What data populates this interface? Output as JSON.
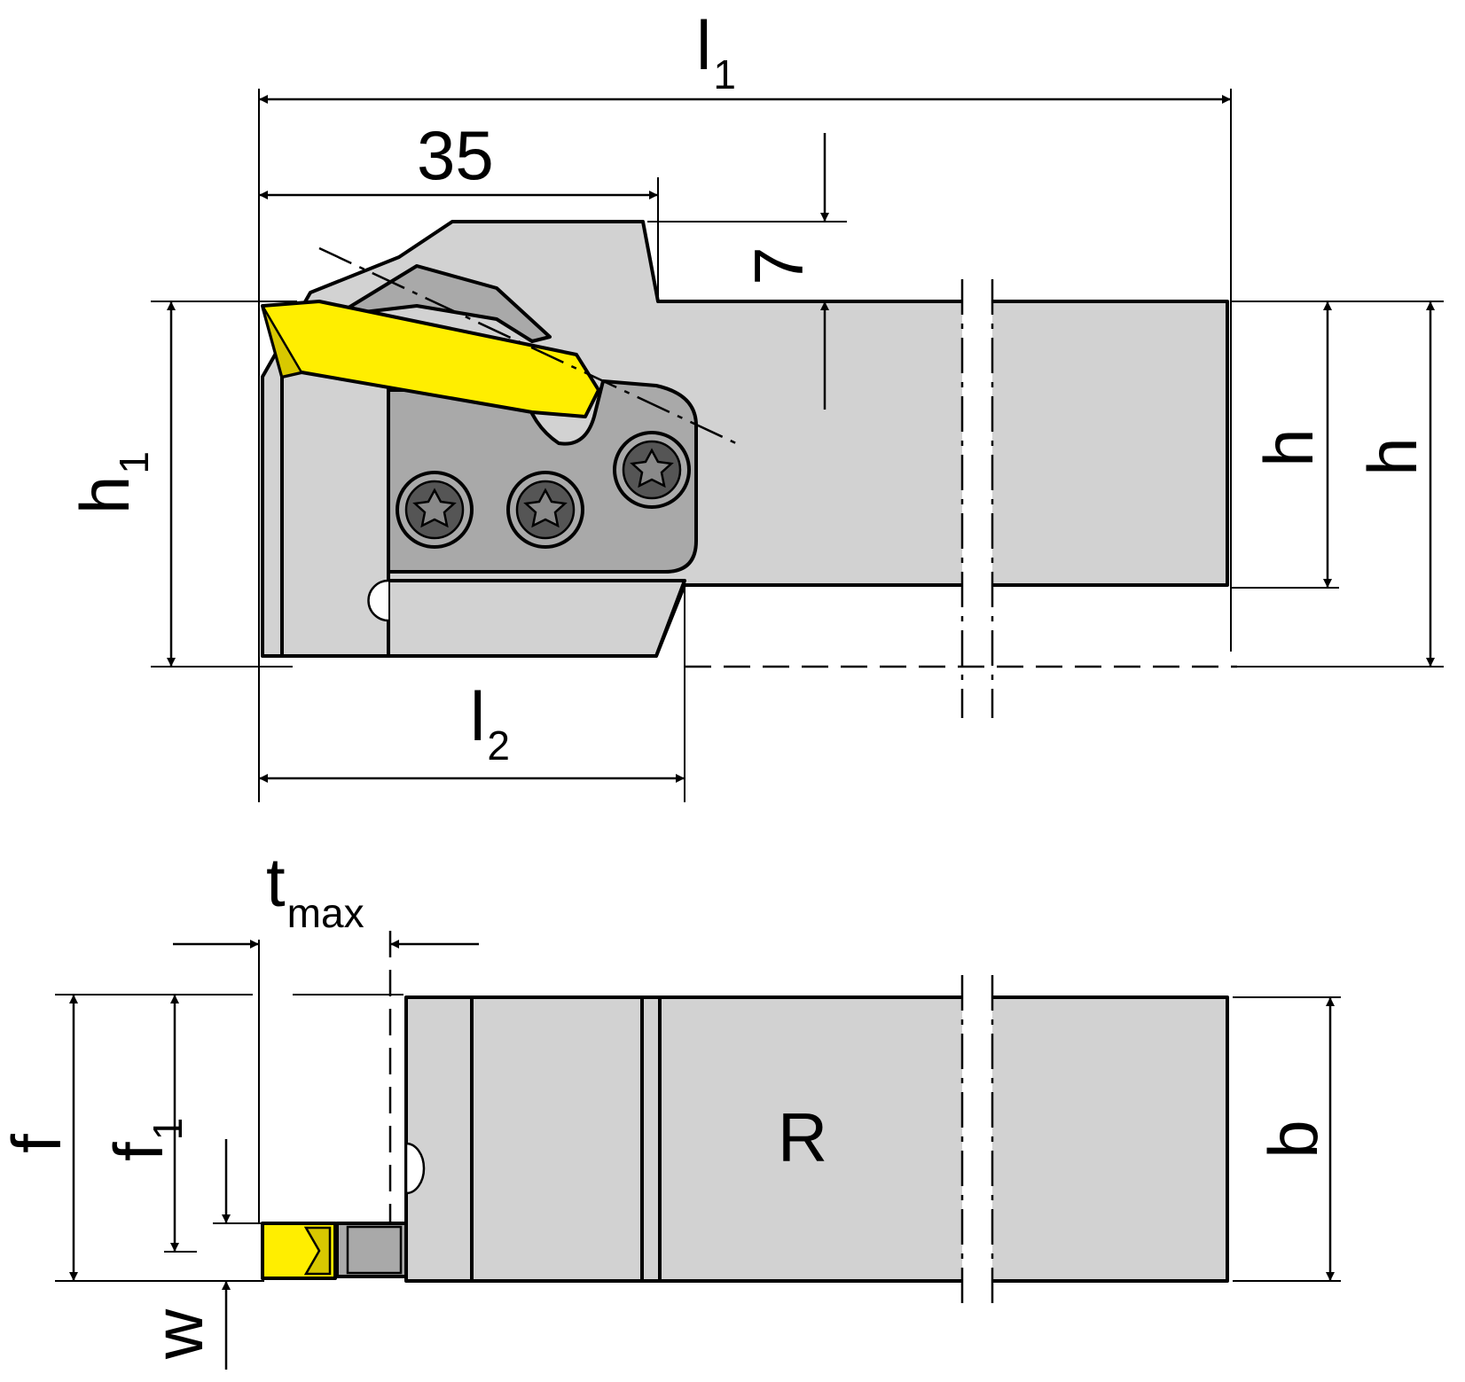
{
  "colors": {
    "body": "#d2d2d2",
    "clamp": "#a9a9a9",
    "insert": "#ffee00",
    "insert_shade": "#d8c800",
    "screw": "#555555",
    "line": "#000000",
    "background": "#ffffff"
  },
  "labels": {
    "l1": {
      "main": "l",
      "sub": "1"
    },
    "dim35": "35",
    "dim7": "7",
    "h1": {
      "main": "h",
      "sub": "1"
    },
    "h_inner": "h",
    "h_outer": "h",
    "l2": {
      "main": "l",
      "sub": "2"
    },
    "tmax": {
      "main": "t",
      "sub": "max"
    },
    "f": "f",
    "f1": {
      "main": "f",
      "sub": "1"
    },
    "w": "w",
    "hand": "R",
    "b": "b"
  }
}
